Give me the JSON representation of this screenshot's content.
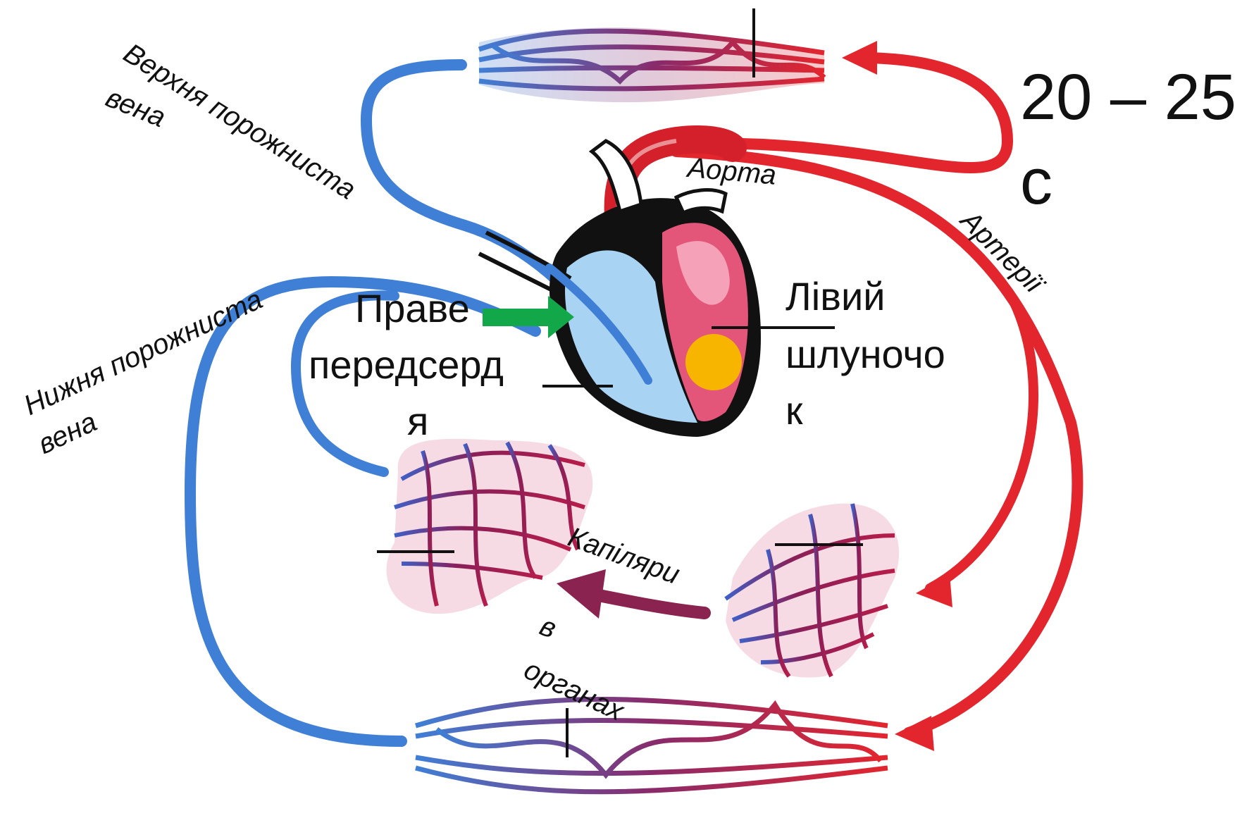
{
  "labels": {
    "upper_vena_cava_1": "Верхня порожниста",
    "upper_vena_cava_2": "вена",
    "lower_vena_cava_1": "Нижня порожниста",
    "lower_vena_cava_2": "вена",
    "aorta": "Аорта",
    "arteries": "Артерії",
    "right_atrium_1": "Праве",
    "right_atrium_2": "передсерд",
    "right_atrium_3": "я",
    "left_ventricle_1": "Лівий",
    "left_ventricle_2": "шлуночо",
    "left_ventricle_3": "к",
    "capillaries_1": "Капіляри",
    "capillaries_2": "в",
    "capillaries_3": "органах",
    "time_1": "20 – 25",
    "time_2": "с"
  },
  "colors": {
    "venous": "#3f7fd6",
    "arterial": "#e3262e",
    "capillary": "#9c1f4a",
    "heart_right": "#a9d3f2",
    "heart_left": "#e4557a",
    "marker_arrow": "#12a84a",
    "marker_dot": "#f7b500"
  }
}
